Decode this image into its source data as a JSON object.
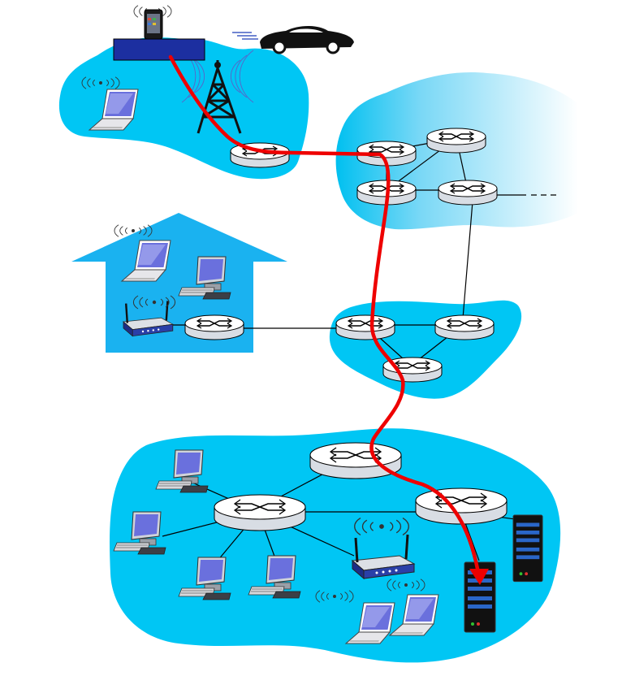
{
  "diagram": {
    "colors": {
      "cloud": "#00c6f4",
      "cloud_fade_start": "#00c0f0",
      "cloud_fade_end": "#ffffff",
      "house": "#1ab2f0",
      "path": "#ee0000",
      "router_top": "#ffffff",
      "router_side": "#d8dde4",
      "link": "#000000",
      "base_station_box": "#1c2fa0",
      "tower": "#111111",
      "server_body": "#111111",
      "screen": "#6a70dd"
    },
    "networks": [
      "mobile-network",
      "global-isp",
      "home-network",
      "regional-isp",
      "institutional-network"
    ],
    "icons": [
      "cellular-tower-icon",
      "base-station-icon",
      "smartphone-icon",
      "car-icon",
      "laptop-icon",
      "desktop-pc-icon",
      "wireless-access-point-icon",
      "router-icon",
      "server-icon"
    ],
    "highlighted_path": "smartphone-to-server"
  }
}
